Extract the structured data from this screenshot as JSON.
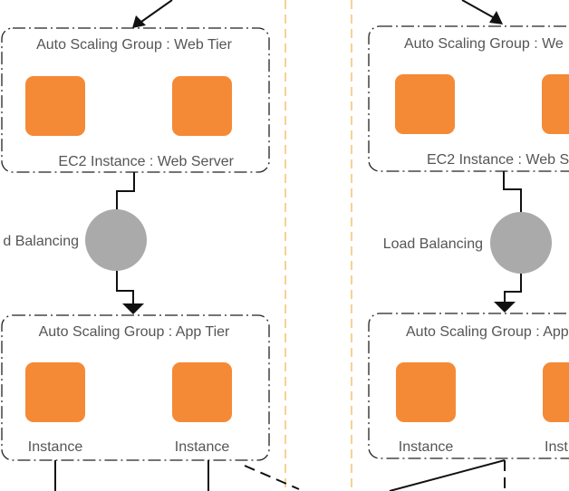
{
  "colors": {
    "instance_fill": "#f58a36",
    "load_balancer_fill": "#aaaaaa",
    "divider": "#f3c777",
    "label_text": "#555555",
    "frame_stroke": "#222222"
  },
  "left_column": {
    "web_group_title": "Auto Scaling Group : Web Tier",
    "web_instance_caption": "EC2 Instance : Web Server",
    "load_balancer_label": "d Balancing",
    "app_group_title": "Auto Scaling Group : App Tier",
    "app_instance_1_label": "Instance",
    "app_instance_2_label": "Instance"
  },
  "right_column": {
    "web_group_title": "Auto Scaling Group : We",
    "web_instance_caption": "EC2 Instance : Web S",
    "load_balancer_label": "Load Balancing",
    "app_group_title": "Auto Scaling Group : App",
    "app_instance_1_label": "Instance",
    "app_instance_2_label": "Inst"
  }
}
